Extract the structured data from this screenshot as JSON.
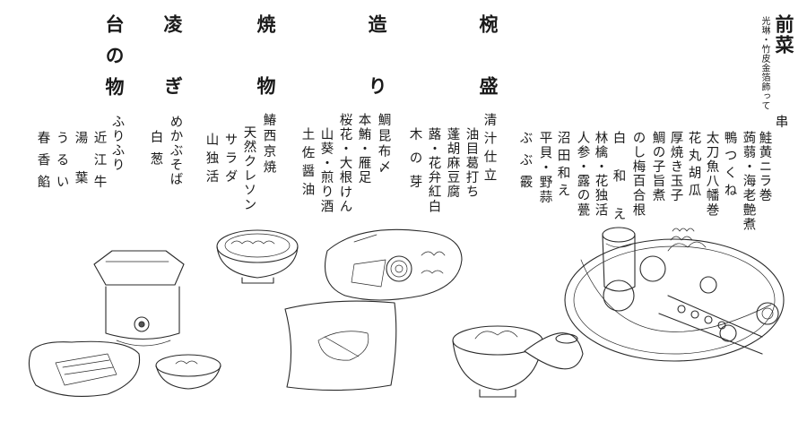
{
  "menu": {
    "sections": [
      {
        "key": "zensai",
        "title": "前菜",
        "subtitle": "光琳・竹皮金箔飾って",
        "items": [
          "串",
          "鮭黄ニラ巻",
          "蒟蒻・海老艶煮",
          "鴨つくね",
          "太刀魚八幡巻",
          "花丸胡瓜",
          "厚焼き玉子",
          "鯛の子旨煮",
          "のし梅百合根",
          "白和え",
          "林檎・花独活",
          "人参・露の甍",
          "沼田和え",
          "平貝・野蒜",
          "ぶぶ霰"
        ]
      },
      {
        "key": "wanmori",
        "title": "椀盛",
        "items": [
          "清汁仕立",
          "油目葛打ち",
          "蓬胡麻豆腐",
          "蕗・花弁紅白",
          "木の芽"
        ]
      },
      {
        "key": "tsukuri",
        "title": "造り",
        "items": [
          "鯛昆布〆",
          "本鮪・雁足",
          "桜花・大根けん",
          "山葵・煎り酒",
          "土佐醤油"
        ]
      },
      {
        "key": "yakimono",
        "title": "焼物",
        "items": [
          "鰆西京焼",
          "天然クレソン",
          "サラダ",
          "山独活"
        ]
      },
      {
        "key": "shinogi",
        "title": "凌ぎ",
        "items": [
          "めかぶそば",
          "白葱"
        ]
      },
      {
        "key": "dainomono",
        "title": "台の物",
        "items": [
          "ふりふり",
          "近江牛",
          "湯葉",
          "うるい",
          "春香餡"
        ]
      }
    ]
  }
}
